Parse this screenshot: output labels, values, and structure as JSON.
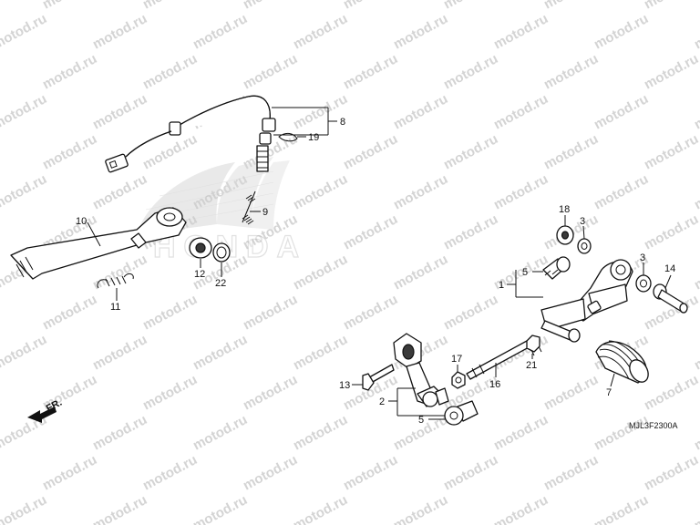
{
  "watermark": "motod.ru",
  "diagram_code": "MJL3F2300A",
  "logo_text": "HONDA",
  "front_marker": "FR.",
  "parts": [
    {
      "id": "p1",
      "label": "1"
    },
    {
      "id": "p2",
      "label": "2"
    },
    {
      "id": "p3a",
      "label": "3"
    },
    {
      "id": "p3b",
      "label": "3"
    },
    {
      "id": "p5a",
      "label": "5"
    },
    {
      "id": "p5b",
      "label": "5"
    },
    {
      "id": "p7",
      "label": "7"
    },
    {
      "id": "p8",
      "label": "8"
    },
    {
      "id": "p9",
      "label": "9"
    },
    {
      "id": "p10",
      "label": "10"
    },
    {
      "id": "p11",
      "label": "11"
    },
    {
      "id": "p12",
      "label": "12"
    },
    {
      "id": "p13",
      "label": "13"
    },
    {
      "id": "p14",
      "label": "14"
    },
    {
      "id": "p16",
      "label": "16"
    },
    {
      "id": "p17",
      "label": "17"
    },
    {
      "id": "p18",
      "label": "18"
    },
    {
      "id": "p19",
      "label": "19"
    },
    {
      "id": "p21",
      "label": "21"
    },
    {
      "id": "p22",
      "label": "22"
    }
  ]
}
